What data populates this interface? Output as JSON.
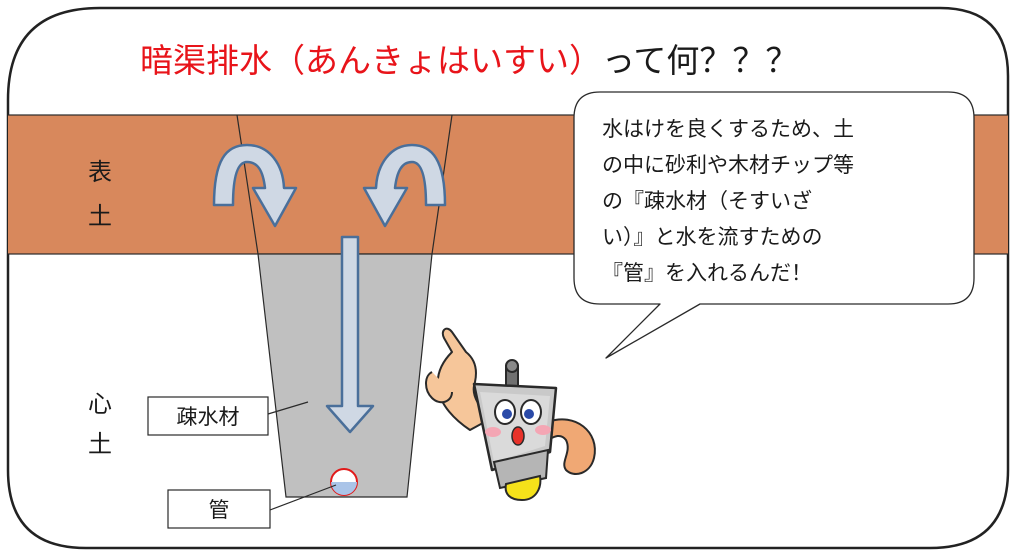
{
  "title": {
    "highlight": "暗渠排水（あんきょはいすい）",
    "rest": "って何？？？",
    "highlight_color": "#e8141a",
    "rest_color": "#1a1a1a"
  },
  "layers": {
    "topsoil_label_1": "表",
    "topsoil_label_2": "土",
    "subsoil_label_1": "心",
    "subsoil_label_2": "土",
    "topsoil_color": "#d8885c",
    "trench_color": "#c0c0c0"
  },
  "callouts": {
    "drainage_material": "疎水材",
    "pipe": "管"
  },
  "speech": {
    "lines": [
      "水はけを良くするため、土",
      "の中に砂利や木材チップ等",
      "の『疎水材（そすいざ",
      "い）』と水を流すための",
      "『管』を入れるんだ！"
    ]
  },
  "arrows": {
    "fill_color": "#cfd8e4",
    "stroke_color": "#4a6f9a"
  },
  "character": {
    "name": "mascot-character"
  }
}
